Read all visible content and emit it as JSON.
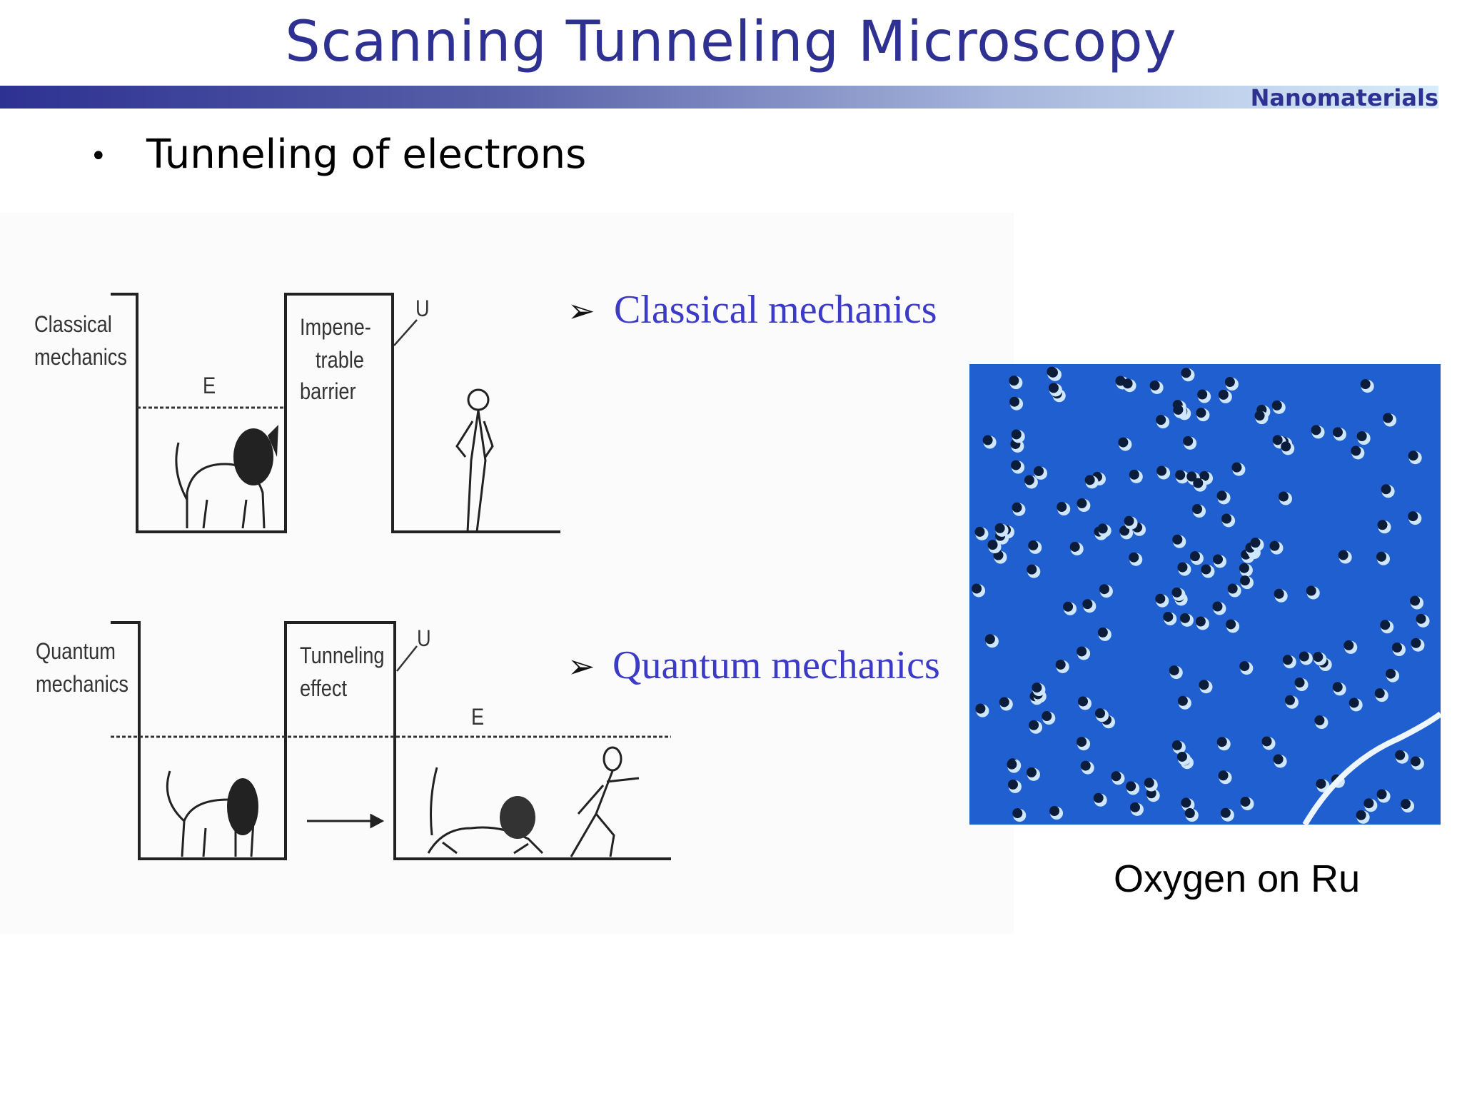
{
  "slide": {
    "title": "Scanning Tunneling Microscopy",
    "band_label": "Nanomaterials",
    "bullet": "Tunneling of electrons"
  },
  "diagram": {
    "classical": {
      "label_line1": "Classical",
      "label_line2": "mechanics",
      "energy": "E",
      "barrier_line1": "Impene-",
      "barrier_line2": "trable",
      "barrier_line3": "barrier",
      "potential": "U"
    },
    "quantum": {
      "label_line1": "Quantum",
      "label_line2": "mechanics",
      "barrier_line1": "Tunneling",
      "barrier_line2": "effect",
      "energy": "E",
      "potential": "U"
    },
    "headings": {
      "classical": "Classical mechanics",
      "quantum": "Quantum mechanics"
    }
  },
  "image": {
    "caption": "Oxygen on Ru"
  },
  "colors": {
    "title": "#2e3192",
    "heading": "#3b3bc8",
    "stm_background": "#1f5fd0"
  }
}
